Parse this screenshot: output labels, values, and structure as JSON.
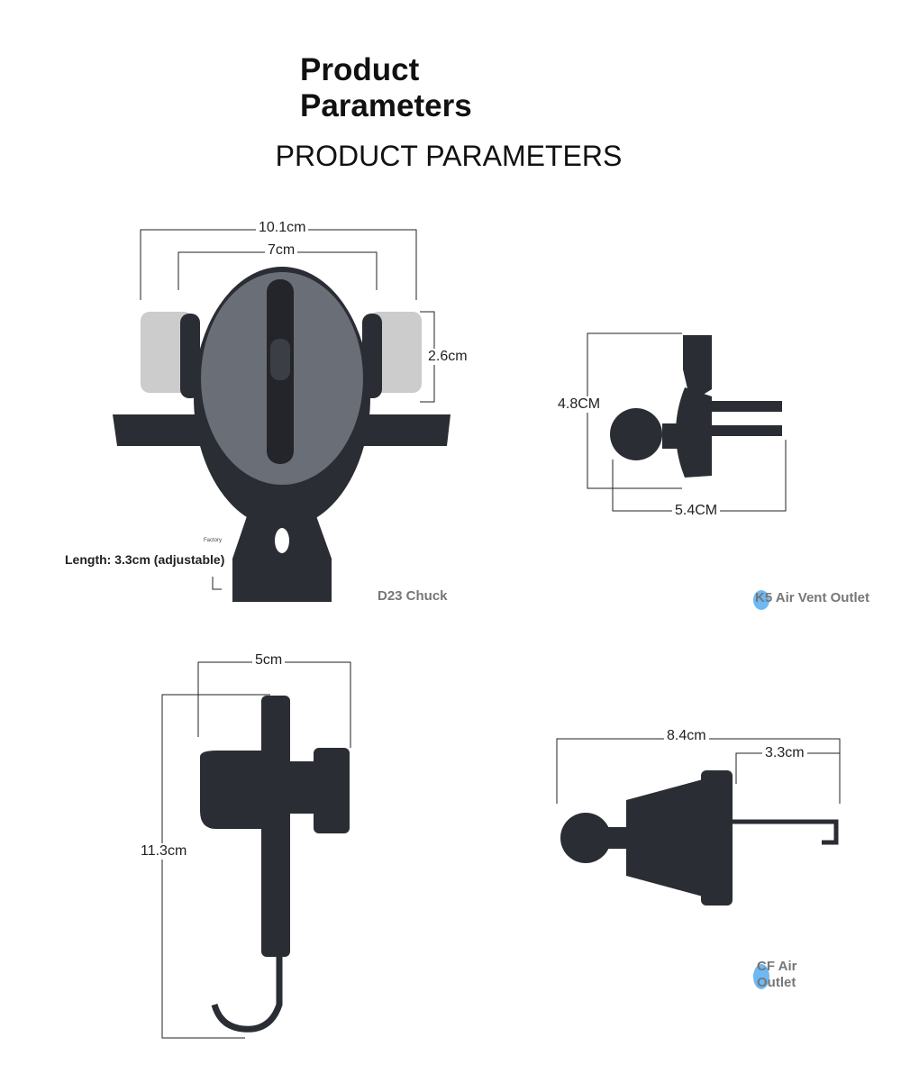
{
  "header": {
    "title_line1": "Product",
    "title_line2": "Parameters",
    "subtitle": "PRODUCT PARAMETERS"
  },
  "d23": {
    "outer_width": "10.1cm",
    "inner_width": "7cm",
    "arm_height": "2.6cm",
    "small_label": "Factory",
    "length": "Length: 3.3cm (adjustable)",
    "caption": "D23 Chuck"
  },
  "k5": {
    "height": "4.8CM",
    "depth": "5.4CM",
    "caption": "K5 Air Vent Outlet"
  },
  "side": {
    "width": "5cm",
    "height": "11.3cm"
  },
  "cf": {
    "width": "8.4cm",
    "hook": "3.3cm",
    "caption_line1": "CF Air",
    "caption_line2": "Outlet"
  },
  "colors": {
    "product": "#2a2d33",
    "accent": "#4aa8f0"
  }
}
